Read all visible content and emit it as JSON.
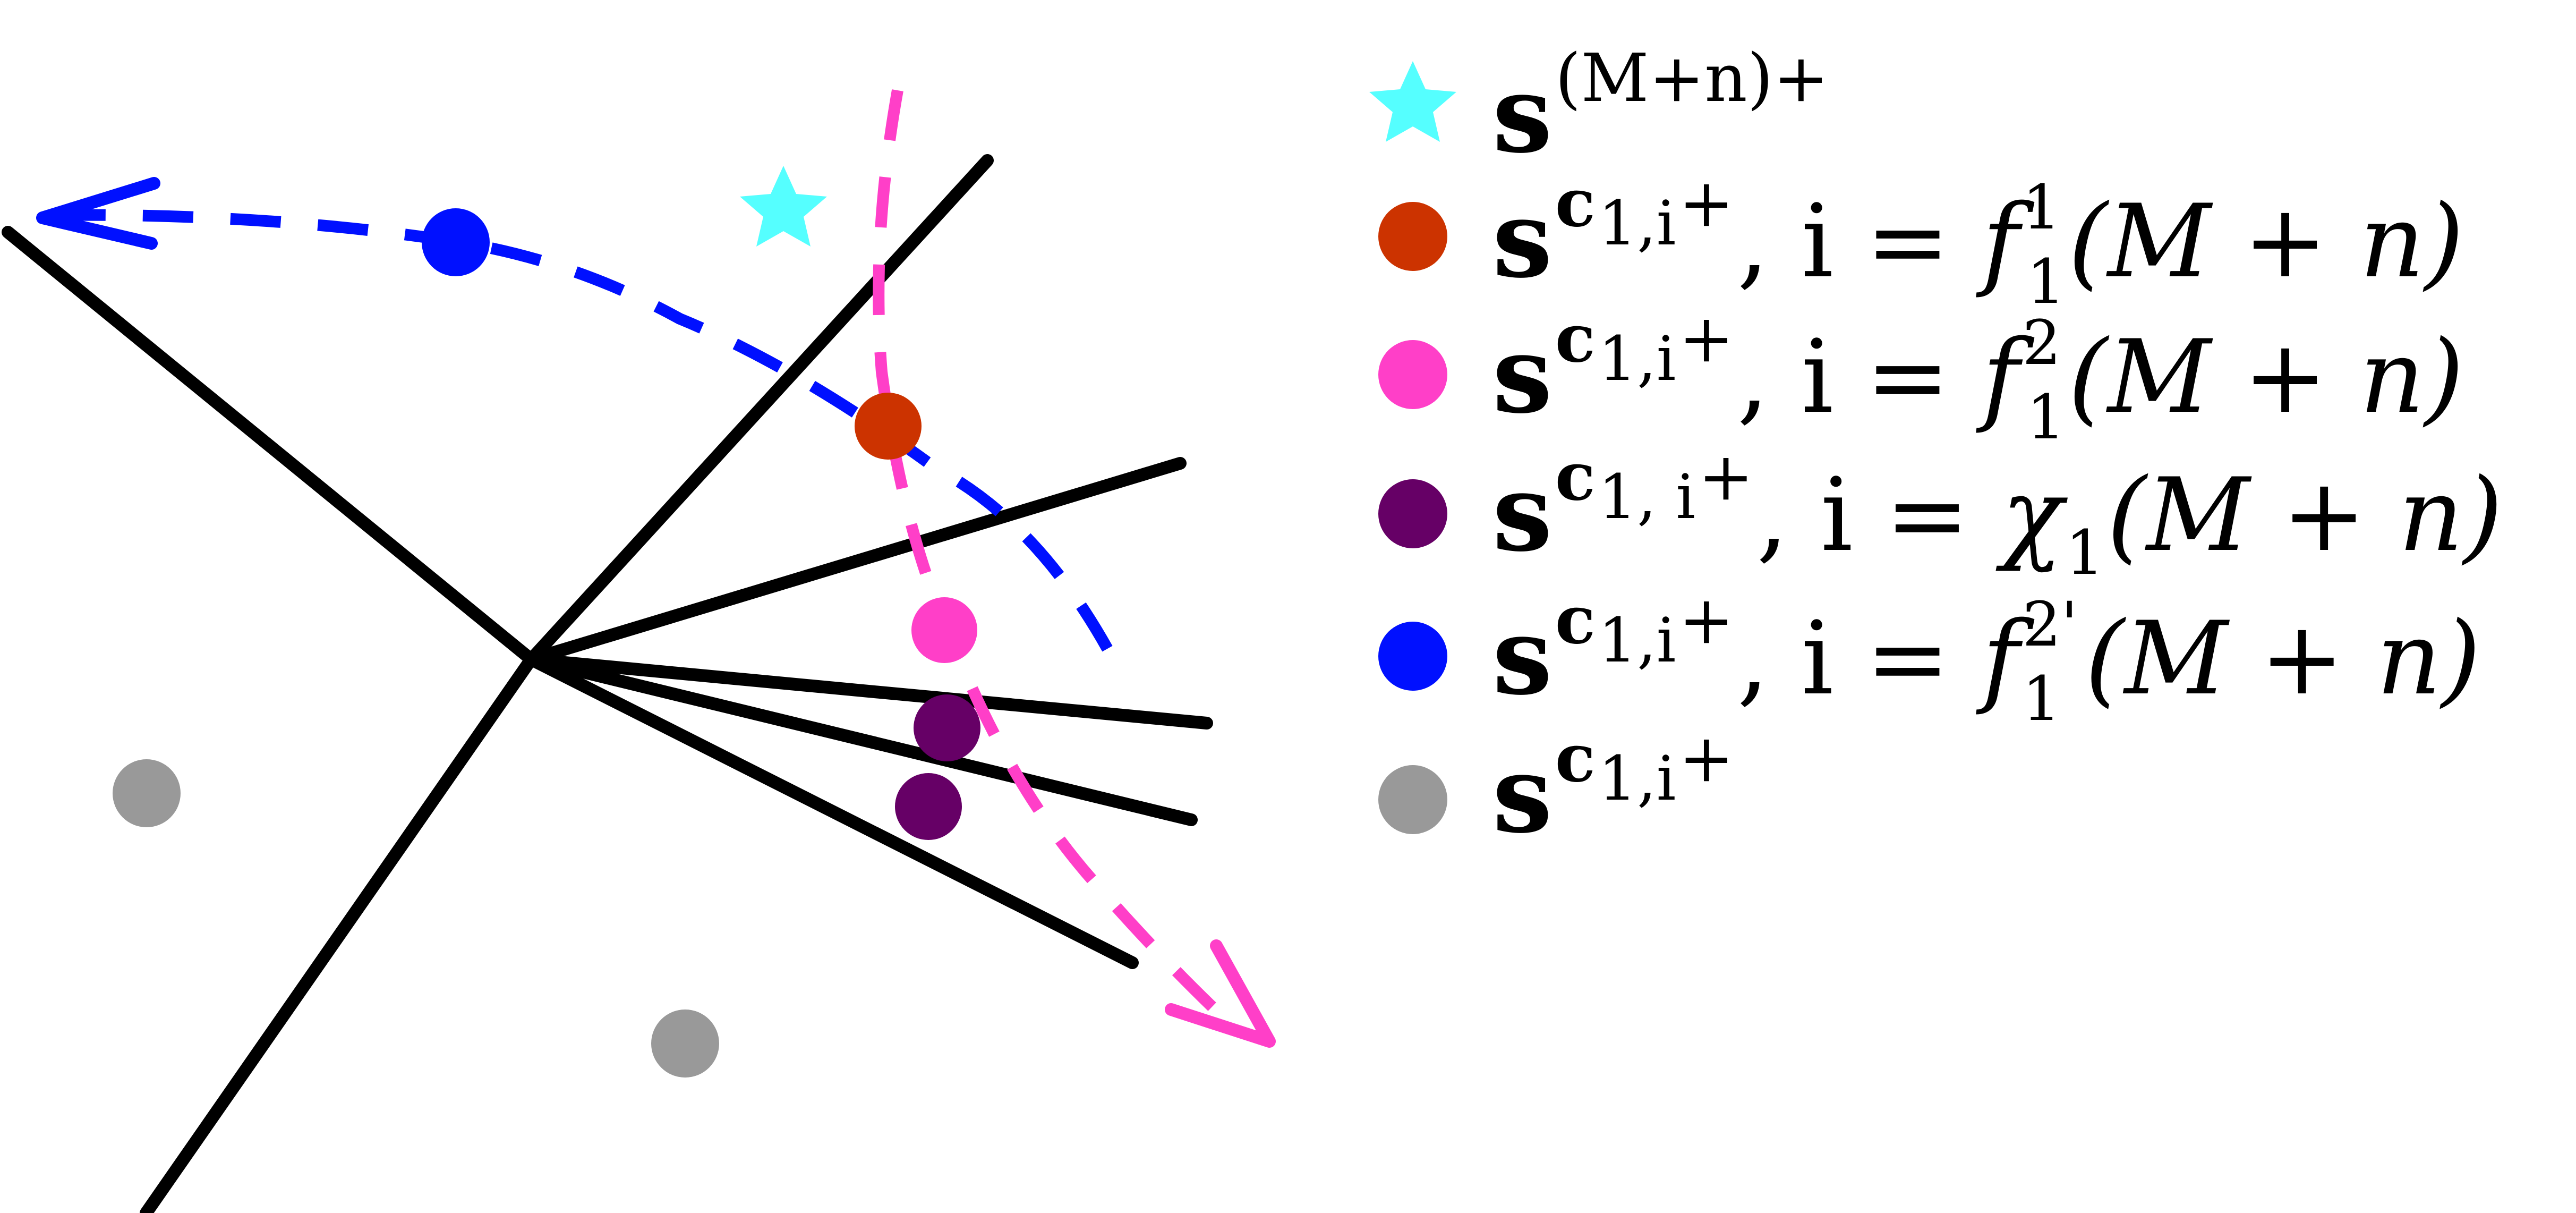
{
  "colors": {
    "line": "#000000",
    "blue": "#0010ff",
    "pink": "#ff3fc8",
    "red": "#cc3300",
    "purple": "#660066",
    "gray": "#999999",
    "cyan": "#55ffff"
  },
  "legend": [
    {
      "marker": "cyan-star",
      "symbol": "s",
      "superscript": "(M+n)+",
      "condition_lhs": "",
      "condition_rhs": ""
    },
    {
      "marker": "red-circle",
      "symbol": "s",
      "superscript_base": "c",
      "superscript_sub": "1,i",
      "superscript_tail": "+",
      "condition_lhs": ", i = ",
      "func": "f",
      "func_sup": "1",
      "func_sub": "1",
      "condition_rhs": "(M + n)"
    },
    {
      "marker": "pink-circle",
      "symbol": "s",
      "superscript_base": "c",
      "superscript_sub": "1,i",
      "superscript_tail": "+",
      "condition_lhs": ", i = ",
      "func": "f",
      "func_sup": "2",
      "func_sub": "1",
      "condition_rhs": "(M + n)"
    },
    {
      "marker": "purple-circle",
      "symbol": "s",
      "superscript_base": "c",
      "superscript_sub": "1, i",
      "superscript_tail": "+",
      "condition_lhs": ", i = ",
      "func": "χ",
      "func_sup": "",
      "func_sub": "1",
      "condition_rhs": "(M + n)"
    },
    {
      "marker": "blue-circle",
      "symbol": "s",
      "superscript_base": "c",
      "superscript_sub": "1,i",
      "superscript_tail": "+",
      "condition_lhs": ", i = ",
      "func": "f",
      "func_sup": "2'",
      "func_sub": "1",
      "condition_rhs": "(M + n)"
    },
    {
      "marker": "gray-circle",
      "symbol": "s",
      "superscript_base": "c",
      "superscript_sub": "1,i",
      "superscript_tail": "+",
      "condition_lhs": "",
      "func": "",
      "func_sup": "",
      "func_sub": "",
      "condition_rhs": ""
    }
  ]
}
